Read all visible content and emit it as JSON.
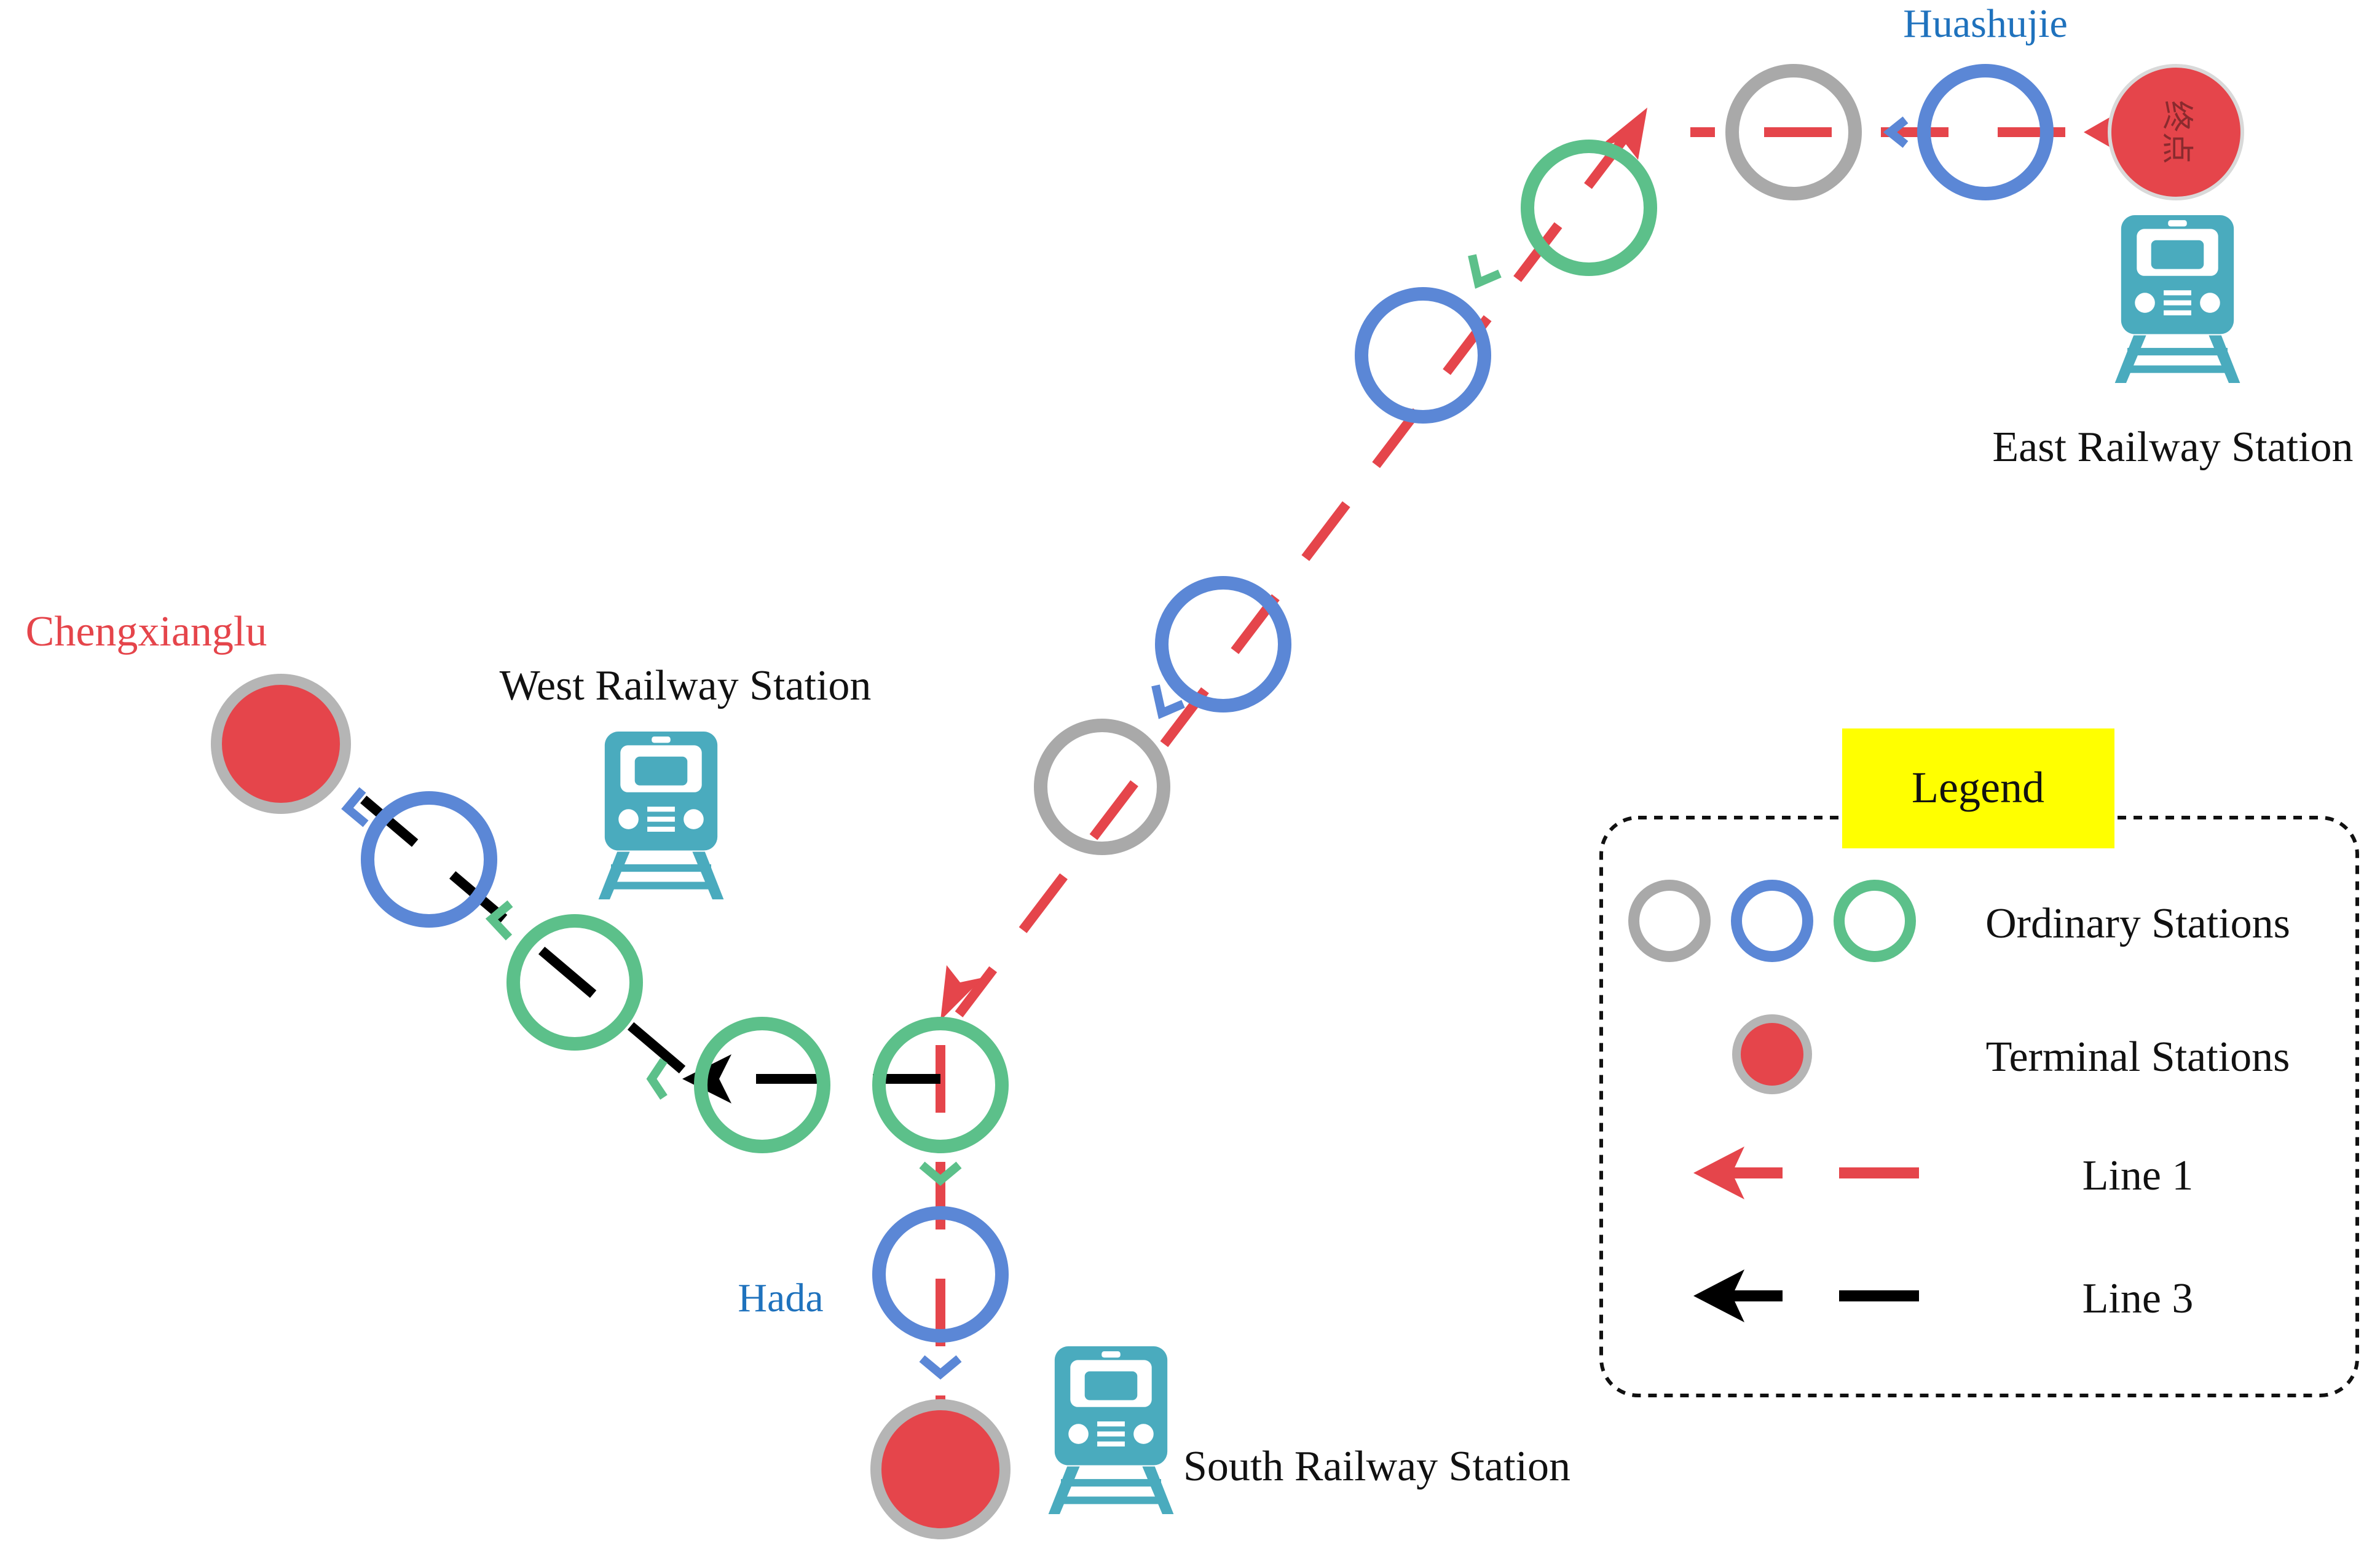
{
  "labels": {
    "huashujie": "Huashujie",
    "east_railway_station": "East Railway Station",
    "chengxianglu": "Chengxianglu",
    "west_railway_station": "West Railway Station",
    "hada": "Hada",
    "south_railway_station": "South Railway Station"
  },
  "legend": {
    "title": "Legend",
    "ordinary_stations": "Ordinary Stations",
    "terminal_stations": "Terminal Stations",
    "line1": "Line 1",
    "line3": "Line 3"
  },
  "terminal_sign_text": "终点",
  "colors": {
    "line1": "#e5454b",
    "line3": "#000000",
    "terminal": "#e5454b",
    "ring_gray": "#a9a9a9",
    "ring_blue": "#5b87d6",
    "ring_green": "#5cc08a",
    "train_icon": "#4aabbe",
    "blue_label": "#1f72bd",
    "red_label": "#e5454b",
    "legend_title_bg": "#ffff00"
  },
  "icons": [
    "train-icon",
    "terminal-sign-icon"
  ]
}
